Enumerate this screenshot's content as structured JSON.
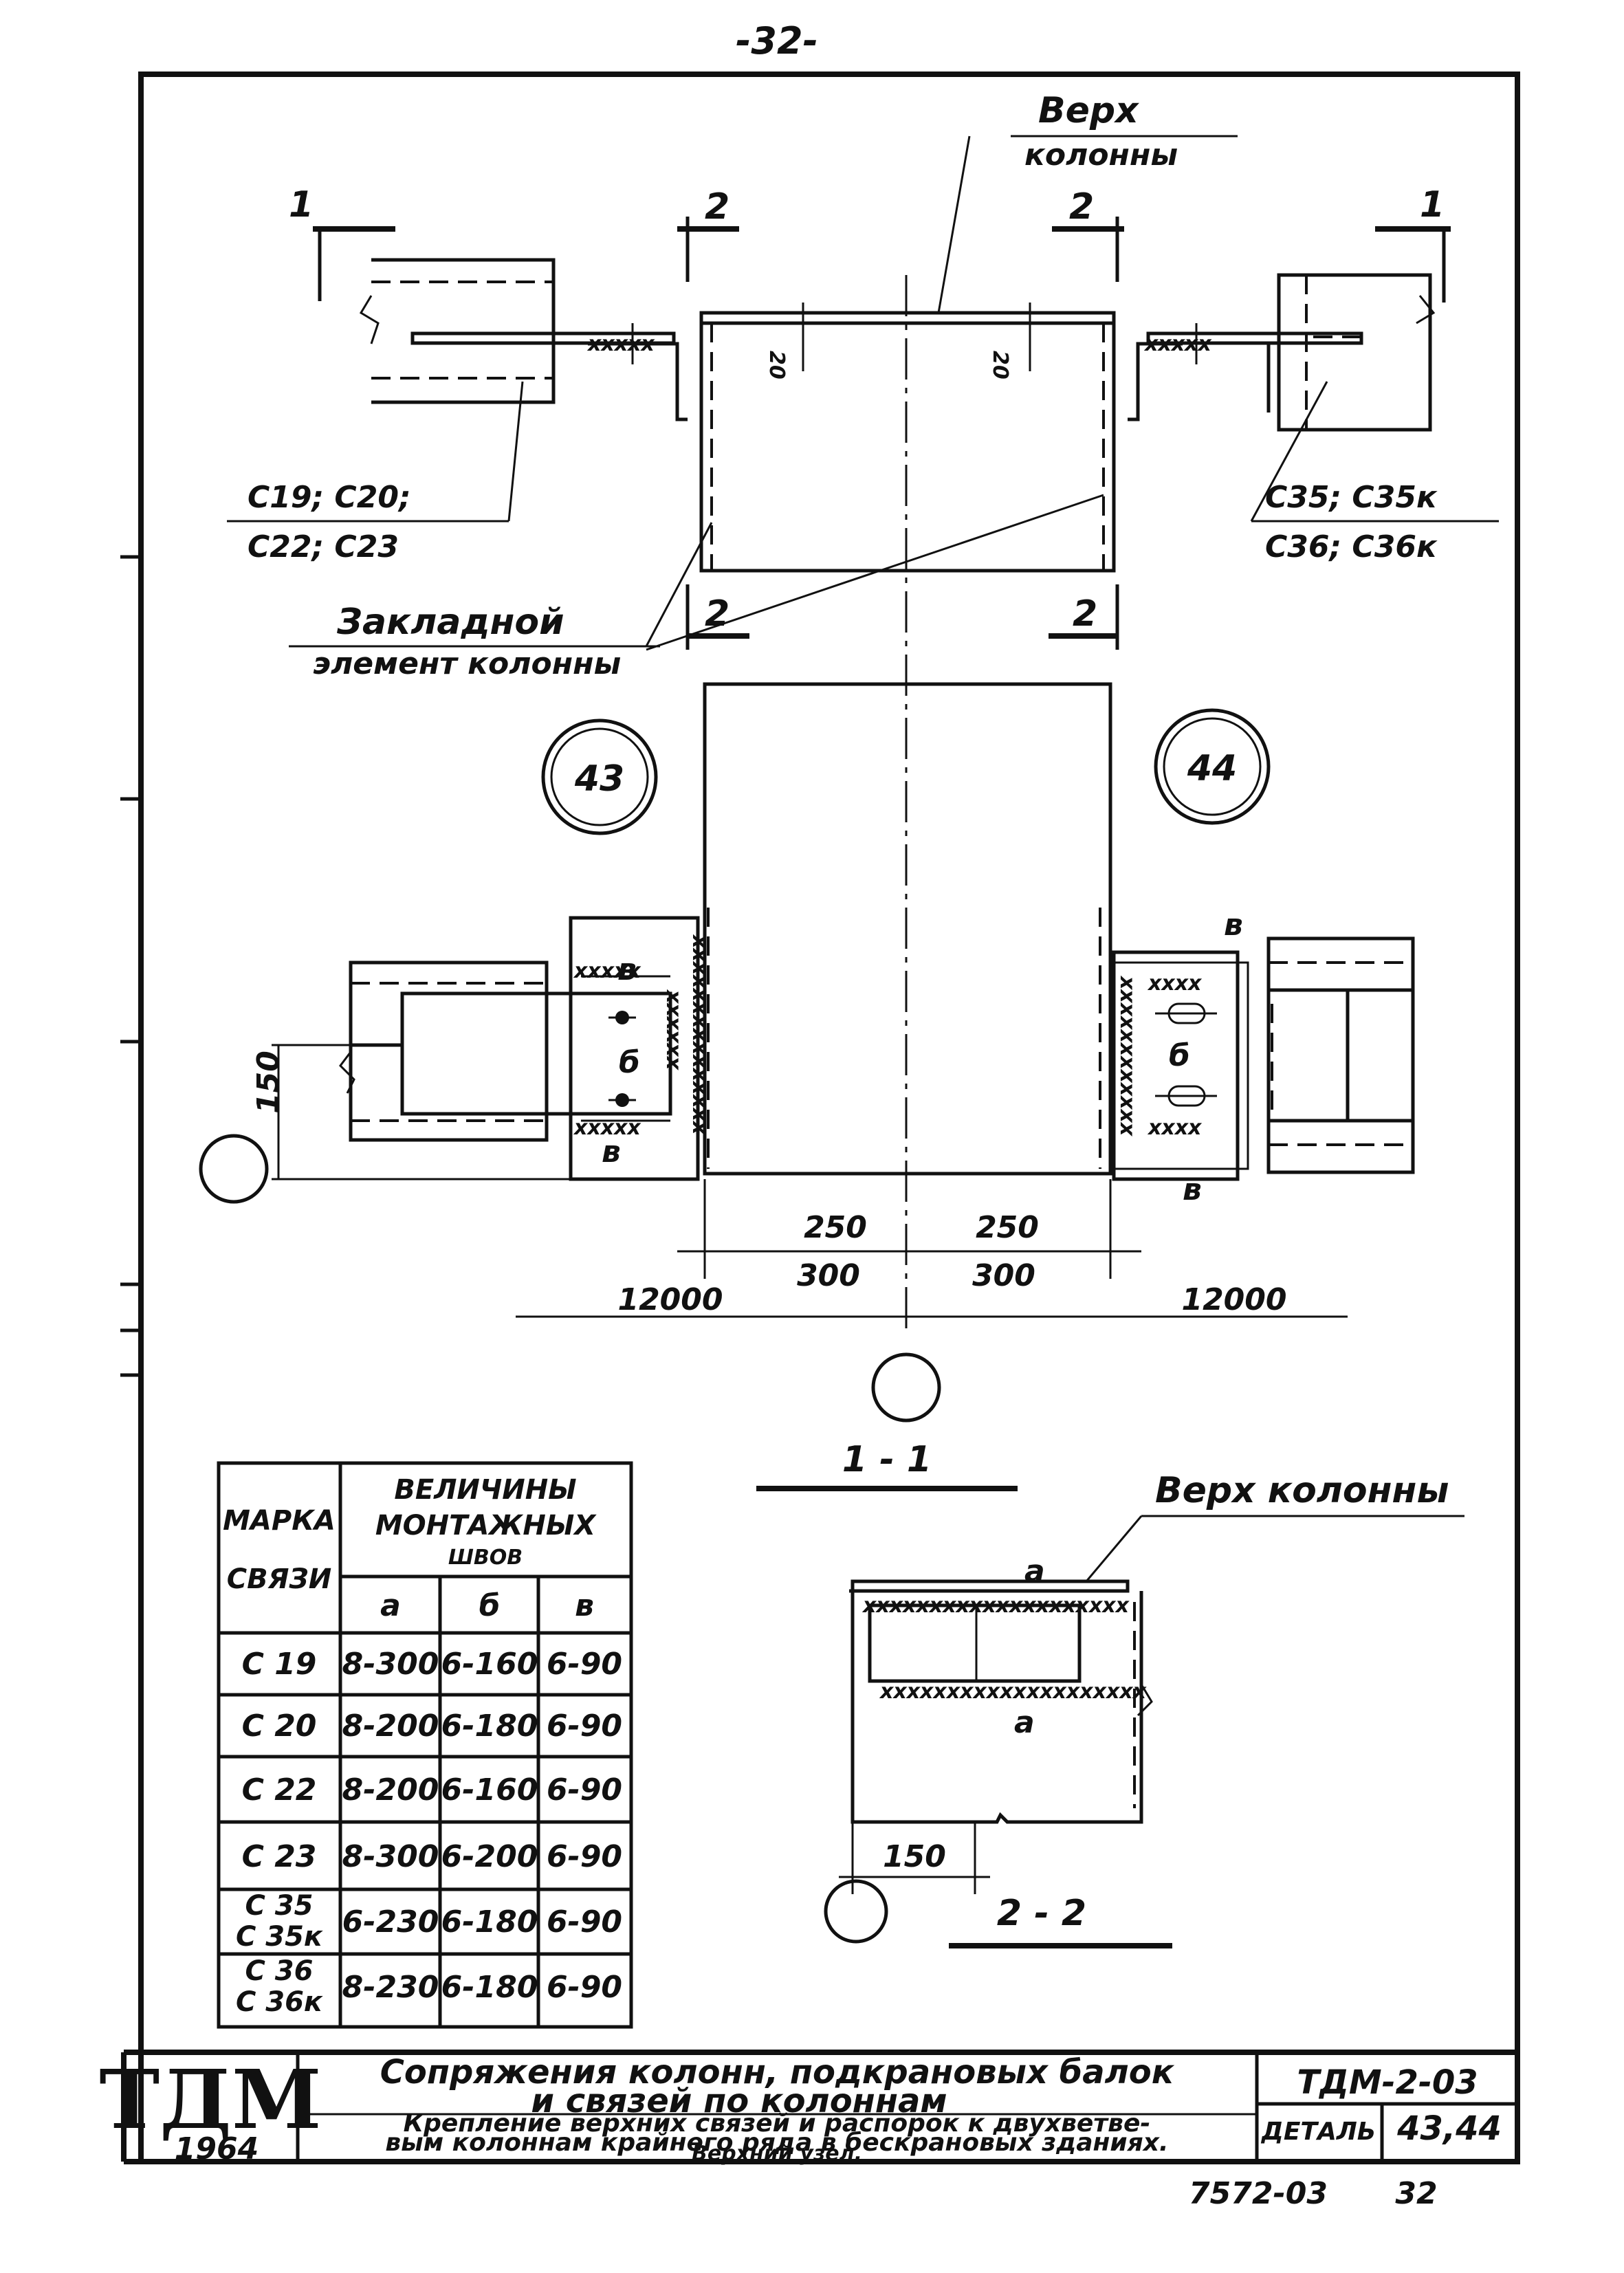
{
  "page_number": "-32-",
  "labels": {
    "column_top": [
      "Верх",
      "колонны"
    ],
    "section_1_left": "1",
    "section_1_right": "1",
    "section_2_tl": "2",
    "section_2_tr": "2",
    "section_2_bl": "2",
    "section_2_br": "2",
    "dim_20_left": "20",
    "dim_20_right": "20",
    "marks_left": [
      "С19; С20;",
      "С22; С23"
    ],
    "marks_right": [
      "С35; С35к",
      "С36; С36к"
    ],
    "embedded_element": [
      "Закладной",
      "элемент колонны"
    ],
    "node_43": "43",
    "node_44": "44",
    "weld_b": "в",
    "weld_delta": "б",
    "weld_a": "а",
    "dim_150": "150",
    "dim_250_left": "250",
    "dim_250_right": "250",
    "dim_300_left": "300",
    "dim_300_right": "300",
    "dim_12000_left": "12000",
    "dim_12000_right": "12000",
    "section_1_1": "1 - 1",
    "section_2_2": "2 - 2",
    "column_top_2": "Верх колонны",
    "dim_150_s2": "150"
  },
  "table": {
    "head_mark": [
      "МАРКА",
      "СВЯЗИ"
    ],
    "head_values": [
      "ВЕЛИЧИНЫ",
      "МОНТАЖНЫХ",
      "ШВОВ"
    ],
    "sub_heads": [
      "а",
      "б",
      "в"
    ],
    "rows": [
      {
        "mark": "С 19",
        "a": "8-300",
        "b": "6-160",
        "c": "6-90"
      },
      {
        "mark": "С 20",
        "a": "8-200",
        "b": "6-180",
        "c": "6-90"
      },
      {
        "mark": "С 22",
        "a": "8-200",
        "b": "6-160",
        "c": "6-90"
      },
      {
        "mark": "С 23",
        "a": "8-300",
        "b": "6-200",
        "c": "6-90"
      },
      {
        "mark": "С 35 С 35к",
        "mark_l1": "С 35",
        "mark_l2": "С 35к",
        "a": "6-230",
        "b": "6-180",
        "c": "6-90"
      },
      {
        "mark": "С 36 С 36к",
        "mark_l1": "С 36",
        "mark_l2": "С 36к",
        "a": "8-230",
        "b": "6-180",
        "c": "6-90"
      }
    ]
  },
  "title_block": {
    "stamp": "ТДМ",
    "year": "1964",
    "title_l1": "Сопряжения колонн, подкрановых балок",
    "title_l2": "и связей по колоннам",
    "desc_l1": "Крепление верхних связей и распорок к двухветве-",
    "desc_l2": "вым колоннам крайнего ряда в бескрановых зданиях.",
    "desc_l3": "Верхний узел.",
    "code": "ТДМ-2-03",
    "detail_label": "ДЕТАЛЬ",
    "detail_value": "43,44",
    "footer_code": "7572-03",
    "footer_page": "32"
  }
}
